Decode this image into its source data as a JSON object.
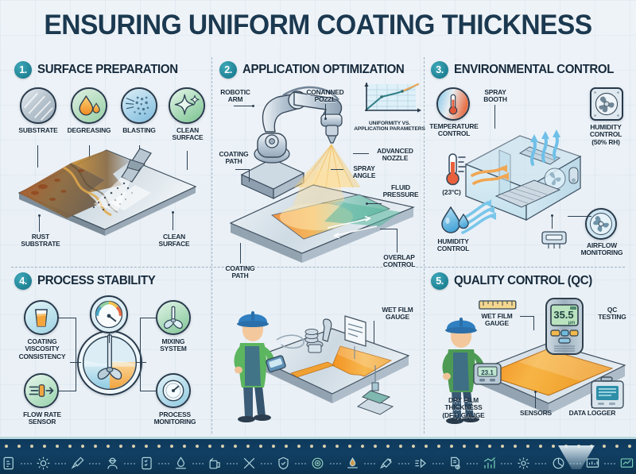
{
  "title": "ENSURING UNIFORM COATING THICKNESS",
  "panels": [
    {
      "number": "1.",
      "title": "SURFACE PREPARATION",
      "icons": [
        {
          "name": "substrate-icon",
          "label": "SUBSTRATE"
        },
        {
          "name": "degreasing-icon",
          "label": "DEGREASING"
        },
        {
          "name": "blasting-icon",
          "label": "BLASTING"
        },
        {
          "name": "clean-surface-icon",
          "label": "CLEAN\nSURFACE"
        }
      ],
      "callouts": [
        {
          "name": "rust-substrate",
          "text": "RUST\nSUBSTRATE"
        },
        {
          "name": "clean-surface",
          "text": "CLEAN\nSURFACE"
        }
      ]
    },
    {
      "number": "2.",
      "title": "APPLICATION OPTIMIZATION",
      "callouts": [
        {
          "name": "robotic-arm",
          "text": "ROBOTIC\nARM"
        },
        {
          "name": "canned-nozzle",
          "text": "CONANNED\nPOZZL"
        },
        {
          "name": "coating-path",
          "text": "COATING\nPATH"
        },
        {
          "name": "advanced-nozzle",
          "text": "ADVANCED\nNOZZLE"
        },
        {
          "name": "spray-angle",
          "text": "SPRAY\nANGLE"
        },
        {
          "name": "fluid-pressure",
          "text": "FLUID\nPRESSURE"
        },
        {
          "name": "overlap-control",
          "text": "OVERLAP\nCONTROL"
        },
        {
          "name": "coating-path-bottom",
          "text": "COATING\nPATH"
        }
      ],
      "chart_caption": "UNIFORMITY VS.\nAPPLICATION PARAMETERS"
    },
    {
      "number": "3.",
      "title": "ENVIRONMENTAL CONTROL",
      "callouts": [
        {
          "name": "temperature-control",
          "text": "TEMPERATURE\nCONTROL"
        },
        {
          "name": "spray-booth",
          "text": "SPRAY\nBOOTH"
        },
        {
          "name": "humidity-control-rh",
          "text": "HUMIDITY\nCONTROL\n(50% RH)"
        },
        {
          "name": "temperature-value",
          "text": "(23°C)"
        },
        {
          "name": "humidity-control",
          "text": "HUMIDITY\nCONTROL"
        },
        {
          "name": "airflow-monitoring",
          "text": "AIRFLOW\nMONITORING"
        }
      ]
    },
    {
      "number": "4.",
      "title": "PROCESS STABILITY",
      "callouts": [
        {
          "name": "coating-viscosity",
          "text": "COATING\nVISCOSITY\nCONSISTENCY"
        },
        {
          "name": "flow-rate-sensor",
          "text": "FLOW RATE\nSENSOR"
        },
        {
          "name": "mixing-system",
          "text": "MIXING\nSYSTEM"
        },
        {
          "name": "process-monitoring",
          "text": "PROCESS\nMONITORING"
        }
      ]
    },
    {
      "number": "5.",
      "title": "QUALITY CONTROL (QC)",
      "callouts": [
        {
          "name": "wet-film-gauge",
          "text": "WET FILM\nGAUGE"
        },
        {
          "name": "qc-testing",
          "text": "QC\nTESTING"
        },
        {
          "name": "dft-gauge",
          "text": "DRY FILM\nTHICKNESS\n(DFT) GAUGE"
        },
        {
          "name": "sensors",
          "text": "SENSORS"
        },
        {
          "name": "data-logger",
          "text": "DATA LOGGER"
        }
      ],
      "gauge_reading": "35.5",
      "gauge_unit": "µm"
    }
  ],
  "center_panel": {
    "callouts": [
      {
        "name": "wet-film-gauge-center",
        "text": "WET FILM\nGAUGE"
      }
    ]
  },
  "chart_data": {
    "type": "line",
    "title": "UNIFORMITY VS. APPLICATION PARAMETERS",
    "xlabel": "",
    "ylabel": "",
    "x": [
      0,
      1,
      2,
      3,
      4
    ],
    "series": [
      {
        "name": "uniformity",
        "values": [
          0.05,
          0.42,
          0.55,
          0.7,
          0.95
        ]
      }
    ],
    "xlim": [
      0,
      4
    ],
    "ylim": [
      0,
      1
    ],
    "grid": true,
    "legend": "none"
  },
  "colors": {
    "background": "#eef3f8",
    "title": "#1b3950",
    "badge": "#1c7f92",
    "accent_teal": "#2f9fb0",
    "accent_orange": "#f0962c",
    "ink": "#17293a",
    "strip": "#0e3a5c"
  },
  "bottom_strip_icons": [
    "clipboard-chart-icon",
    "settings-sun-icon",
    "brush-icon",
    "worker-icon",
    "checklist-icon",
    "coating-drop-icon",
    "paint-can-icon",
    "tools-icon",
    "shield-check-icon",
    "target-icon",
    "droplet-surface-icon",
    "sprayer-icon",
    "spray-action-icon",
    "document-check-icon",
    "bar-chart-up-icon",
    "gear-icon",
    "pie-chart-icon",
    "monitor-data-icon",
    "line-chart-monitor-icon"
  ]
}
